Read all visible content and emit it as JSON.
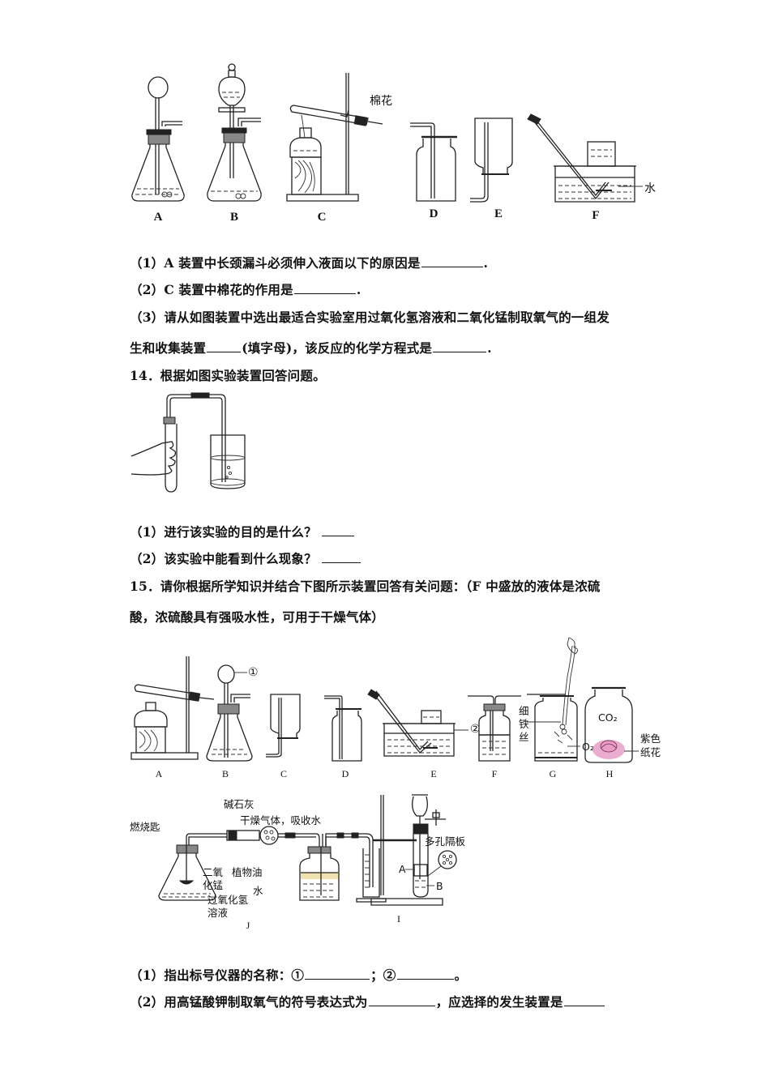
{
  "q13": {
    "figure": {
      "labels": [
        "A",
        "B",
        "C",
        "D",
        "E",
        "F"
      ],
      "annotations": {
        "cotton": "棉花",
        "water": "水"
      }
    },
    "sub_questions": [
      {
        "prefix": "（1）",
        "text_before": "A 装置中长颈漏斗必须伸入液面以下的原因是",
        "text_after": "."
      },
      {
        "prefix": "（2）",
        "text_before": "C 装置中棉花的作用是",
        "text_after": "."
      },
      {
        "prefix": "（3）",
        "text_before": "请从如图装置中选出最适合实验室用过氧化氢溶液和二氧化锰制取氧气的一组发",
        "text_after": ""
      },
      {
        "prefix": "",
        "text_before": "生和收集装置",
        "text_mid": "(填字母)，该反应的化学方程式是",
        "text_after": "."
      }
    ]
  },
  "q14": {
    "title": "14．根据如图实验装置回答问题。",
    "sub_questions": [
      {
        "prefix": "（1）",
        "text": "进行该实验的目的是什么？"
      },
      {
        "prefix": "（2）",
        "text": "该实验中能看到什么现象？"
      }
    ]
  },
  "q15": {
    "title_line1": "15．请你根据所学知识并结合下图所示装置回答有关问题：（F 中盛放的液体是浓硫",
    "title_line2": "酸，浓硫酸具有强吸水性，可用于干燥气体）",
    "figure_top": {
      "labels": [
        "A",
        "B",
        "C",
        "D",
        "E",
        "F",
        "G",
        "H"
      ],
      "annotations": {
        "marker1": "①",
        "marker2": "②",
        "iron_wire": [
          "细",
          "铁",
          "丝"
        ],
        "o2": "O₂",
        "co2": "CO₂",
        "purple_flower": [
          "紫色",
          "纸花"
        ]
      }
    },
    "figure_bottom": {
      "labels": [
        "J",
        "I"
      ],
      "annotations": {
        "soda_lime": "碱石灰",
        "soda_lime_desc": "干燥气体，吸收水",
        "spoon": "燃烧匙",
        "mno2": [
          "二氧",
          "化锰"
        ],
        "h2o2": [
          "过氧化氢",
          "溶液"
        ],
        "oil": "植物油",
        "water": "水",
        "porous_plate": "多孔隔板",
        "point_a": "A",
        "point_b": "B"
      }
    },
    "sub_questions": [
      {
        "prefix": "（1）",
        "text_before": "指出标号仪器的名称：①",
        "text_mid": "；②",
        "text_after": "。"
      },
      {
        "prefix": "（2）",
        "text_before": "用高锰酸钾制取氧气的符号表达式为",
        "text_mid": "，应选择的发生装置是",
        "text_after": ""
      }
    ]
  },
  "colors": {
    "flower_pink": "#d96aa8",
    "oil_yellow": "#f0e2b0",
    "ink": "#111111"
  }
}
